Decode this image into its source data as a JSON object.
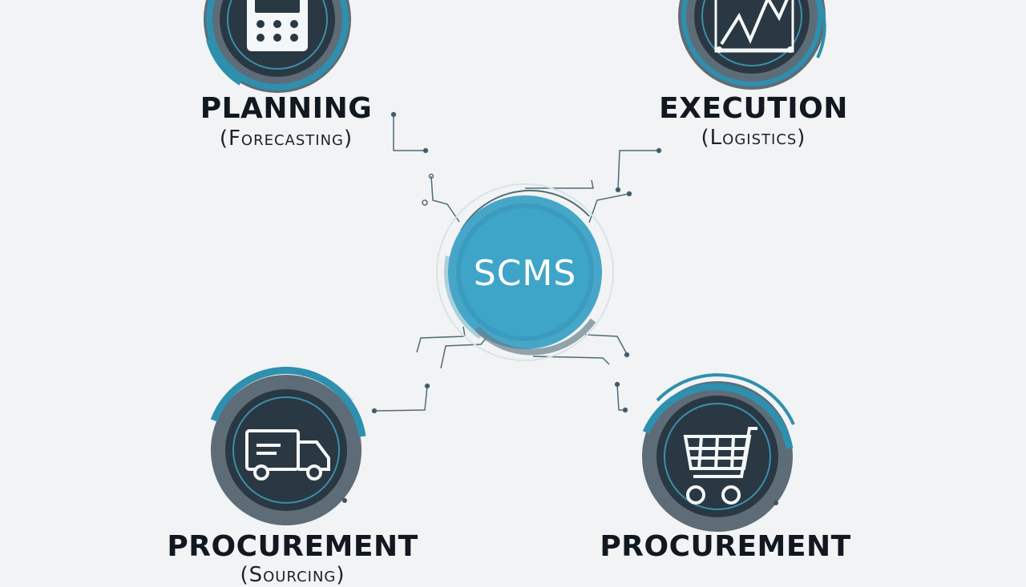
{
  "center": {
    "label": "SCMS"
  },
  "nodes": [
    {
      "id": "planning",
      "title": "PLANNING",
      "subtitle": "(Forecasting)",
      "icon": "calculator-icon"
    },
    {
      "id": "execution",
      "title": "EXECUTION",
      "subtitle": "(Logistics)",
      "icon": "line-chart-icon"
    },
    {
      "id": "procurement-left",
      "title": "PROCUREMENT",
      "subtitle": "(Sourcing)",
      "icon": "delivery-truck-icon"
    },
    {
      "id": "procurement-right",
      "title": "PROCUREMENT",
      "subtitle": "",
      "icon": "shopping-cart-icon"
    }
  ],
  "colors": {
    "background": "#f1f3f4",
    "ring_dark": "#3d4b57",
    "ring_teal": "#2f8fae",
    "core_blue": "#3aa0c4",
    "text_dark": "#111820",
    "line": "#4f6b78"
  }
}
